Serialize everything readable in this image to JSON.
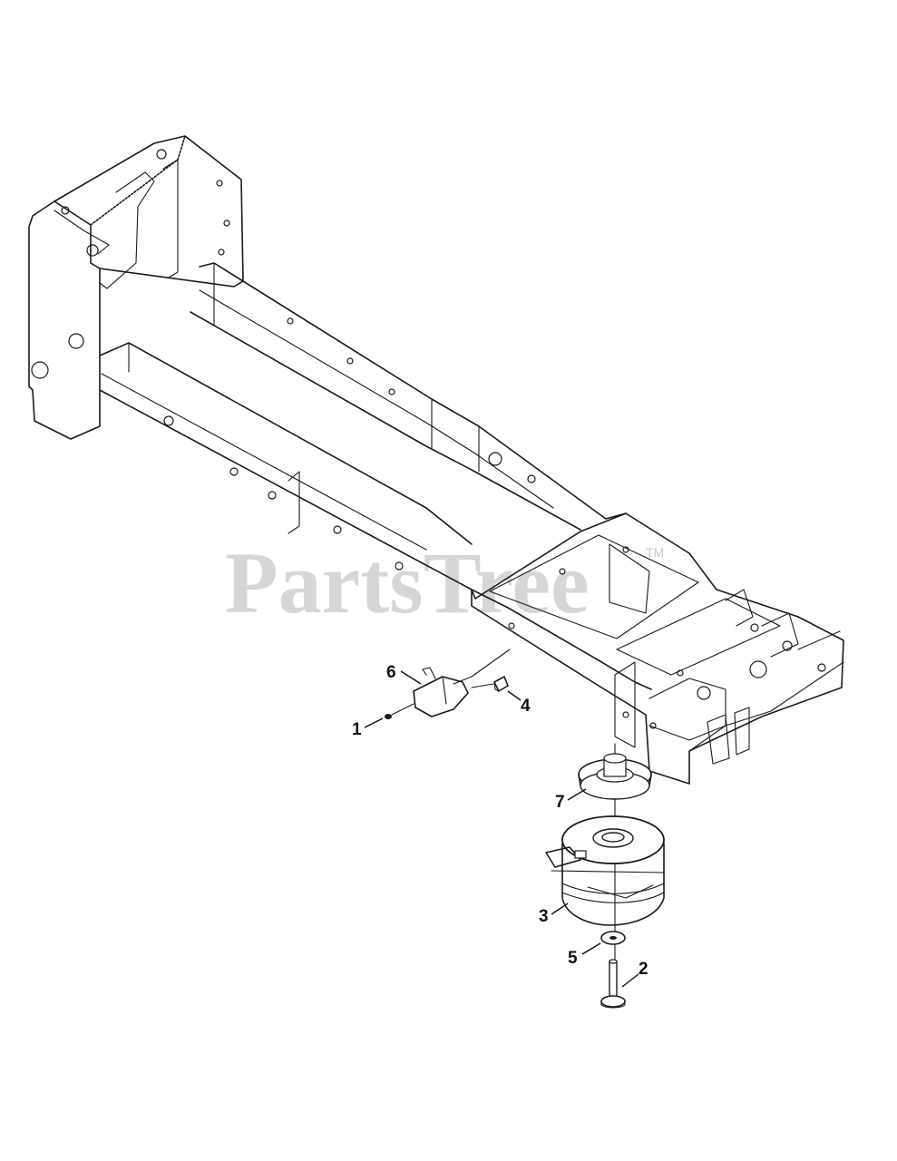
{
  "watermark": {
    "text": "PartsTree",
    "trademark": "TM"
  },
  "callouts": [
    {
      "id": "1",
      "part": "screw"
    },
    {
      "id": "2",
      "part": "bolt"
    },
    {
      "id": "3",
      "part": "electric-pto-clutch"
    },
    {
      "id": "4",
      "part": "nut"
    },
    {
      "id": "5",
      "part": "washer"
    },
    {
      "id": "6",
      "part": "clutch-bracket"
    },
    {
      "id": "7",
      "part": "pulley"
    }
  ]
}
